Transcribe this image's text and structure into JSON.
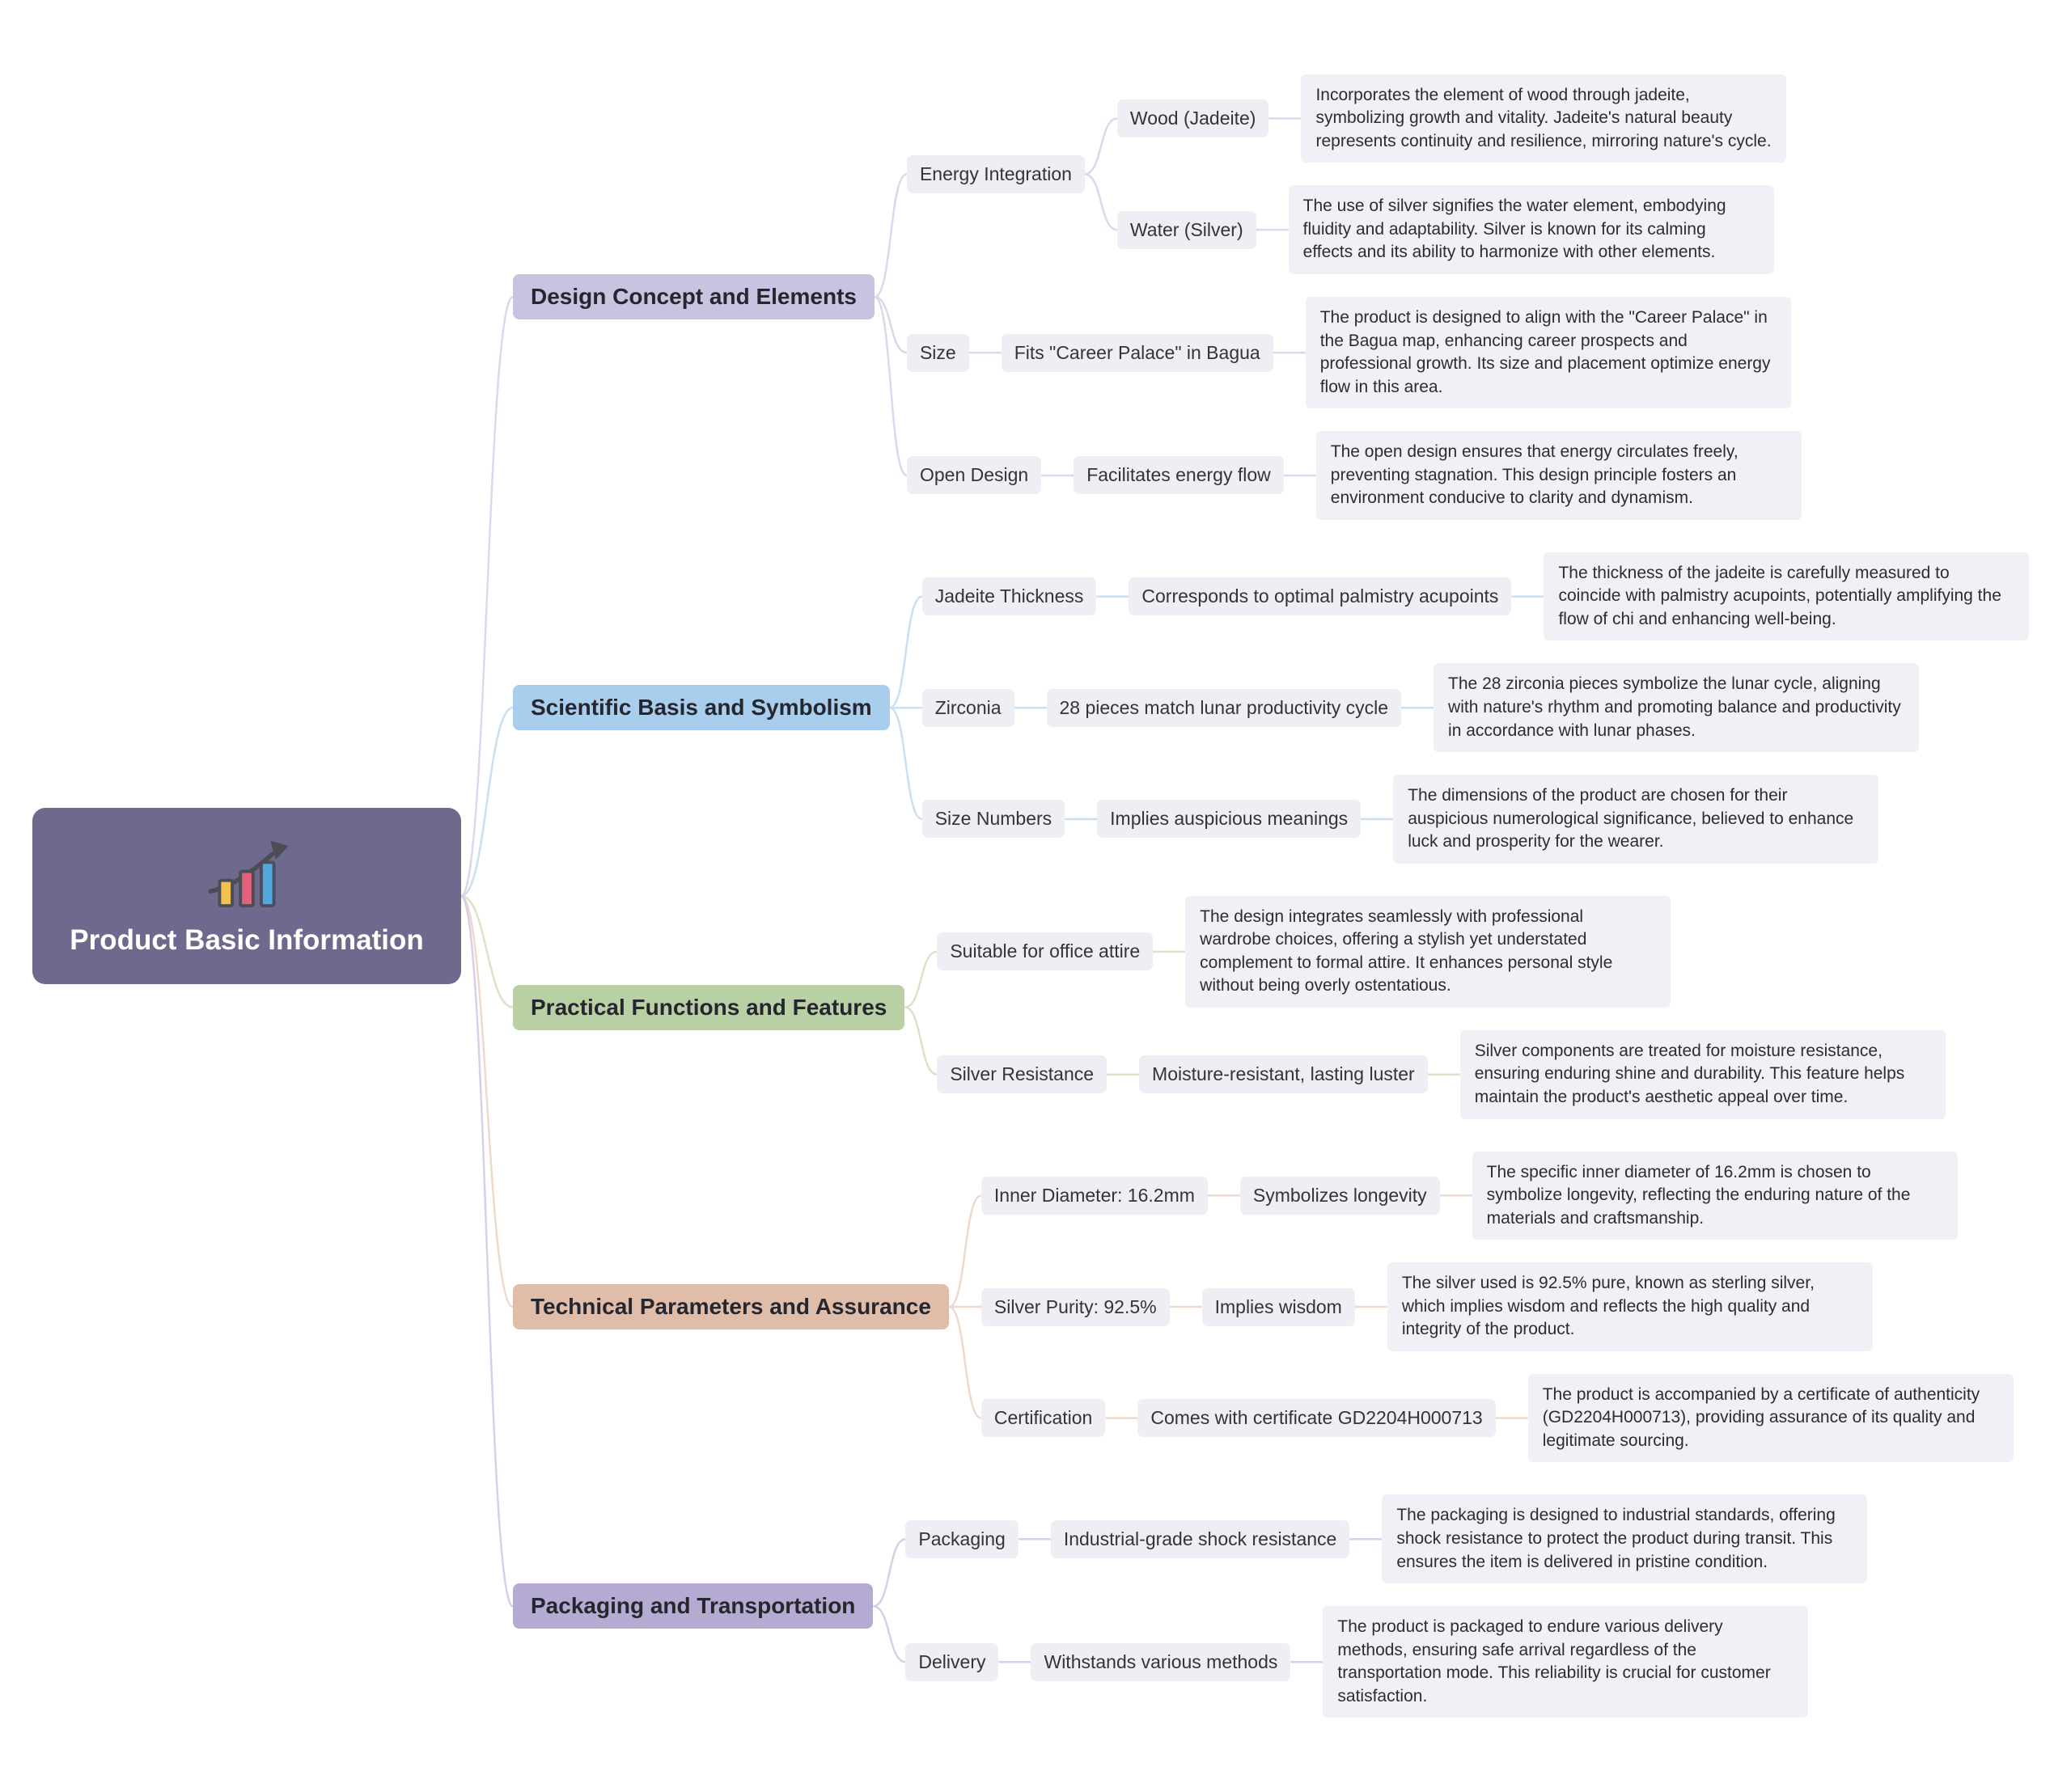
{
  "root": {
    "title": "Product Basic Information",
    "color": "#6e6a8e",
    "icon": "bar-chart-icon"
  },
  "branches": [
    {
      "label": "Design Concept and Elements",
      "color": "#c9c2e0",
      "line_color": "#dcd7ec",
      "children": [
        {
          "label": "Energy Integration",
          "children": [
            {
              "label": "Wood (Jadeite)",
              "desc": "Incorporates the element of wood through jadeite, symbolizing growth and vitality. Jadeite's natural beauty represents continuity and resilience, mirroring nature's cycle."
            },
            {
              "label": "Water (Silver)",
              "desc": "The use of silver signifies the water element, embodying fluidity and adaptability. Silver is known for its calming effects and its ability to harmonize with other elements."
            }
          ]
        },
        {
          "label": "Size",
          "children": [
            {
              "label": "Fits \"Career Palace\" in Bagua",
              "desc": "The product is designed to align with the \"Career Palace\" in the Bagua map, enhancing career prospects and professional growth. Its size and placement optimize energy flow in this area."
            }
          ]
        },
        {
          "label": "Open Design",
          "children": [
            {
              "label": "Facilitates energy flow",
              "desc": "The open design ensures that energy circulates freely, preventing stagnation. This design principle fosters an environment conducive to clarity and dynamism."
            }
          ]
        }
      ]
    },
    {
      "label": "Scientific Basis and Symbolism",
      "color": "#a9cdec",
      "line_color": "#cadff2",
      "children": [
        {
          "label": "Jadeite Thickness",
          "children": [
            {
              "label": "Corresponds to optimal palmistry acupoints",
              "desc": "The thickness of the jadeite is carefully measured to coincide with palmistry acupoints, potentially amplifying the flow of chi and enhancing well-being."
            }
          ]
        },
        {
          "label": "Zirconia",
          "children": [
            {
              "label": "28 pieces match lunar productivity cycle",
              "desc": "The 28 zirconia pieces symbolize the lunar cycle, aligning with nature's rhythm and promoting balance and productivity in accordance with lunar phases."
            }
          ]
        },
        {
          "label": "Size Numbers",
          "children": [
            {
              "label": "Implies auspicious meanings",
              "desc": "The dimensions of the product are chosen for their auspicious numerological significance, believed to enhance luck and prosperity for the wearer."
            }
          ]
        }
      ]
    },
    {
      "label": "Practical Functions and Features",
      "color": "#b9cfa4",
      "line_color": "#d8e3c8",
      "children": [
        {
          "label": "Suitable for office attire",
          "desc": "The design integrates seamlessly with professional wardrobe choices, offering a stylish yet understated complement to formal attire. It enhances personal style without being overly ostentatious."
        },
        {
          "label": "Silver Resistance",
          "children": [
            {
              "label": "Moisture-resistant, lasting luster",
              "desc": "Silver components are treated for moisture resistance, ensuring enduring shine and durability. This feature helps maintain the product's aesthetic appeal over time."
            }
          ]
        }
      ]
    },
    {
      "label": "Technical Parameters and Assurance",
      "color": "#dfbda8",
      "line_color": "#eedacc",
      "children": [
        {
          "label": "Inner Diameter: 16.2mm",
          "children": [
            {
              "label": "Symbolizes longevity",
              "desc": "The specific inner diameter of 16.2mm is chosen to symbolize longevity, reflecting the enduring nature of the materials and craftsmanship."
            }
          ]
        },
        {
          "label": "Silver Purity: 92.5%",
          "children": [
            {
              "label": "Implies wisdom",
              "desc": "The silver used is 92.5% pure, known as sterling silver, which implies wisdom and reflects the high quality and integrity of the product."
            }
          ]
        },
        {
          "label": "Certification",
          "children": [
            {
              "label": "Comes with certificate GD2204H000713",
              "desc": "The product is accompanied by a certificate of authenticity (GD2204H000713), providing assurance of its quality and legitimate sourcing."
            }
          ]
        }
      ]
    },
    {
      "label": "Packaging and Transportation",
      "color": "#b5abd2",
      "line_color": "#d6cfe8",
      "children": [
        {
          "label": "Packaging",
          "children": [
            {
              "label": "Industrial-grade shock resistance",
              "desc": "The packaging is designed to industrial standards, offering shock resistance to protect the product during transit. This ensures the item is delivered in pristine condition."
            }
          ]
        },
        {
          "label": "Delivery",
          "children": [
            {
              "label": "Withstands various methods",
              "desc": "The product is packaged to endure various delivery methods, ensuring safe arrival regardless of the transportation mode. This reliability is crucial for customer satisfaction."
            }
          ]
        }
      ]
    }
  ]
}
